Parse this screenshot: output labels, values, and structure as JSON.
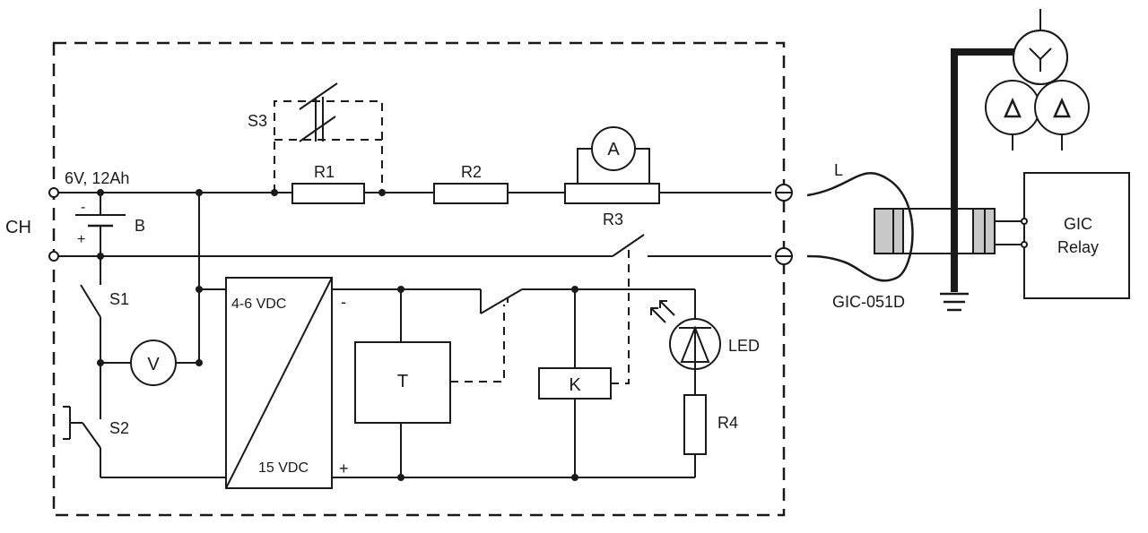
{
  "labels": {
    "ch": "CH",
    "battery_spec": "6V, 12Ah",
    "battery": "B",
    "battery_plus": "+",
    "battery_minus": "-",
    "s1": "S1",
    "s2": "S2",
    "s3": "S3",
    "voltmeter": "V",
    "ammeter": "A",
    "r1": "R1",
    "r2": "R2",
    "r3": "R3",
    "r4": "R4",
    "converter_in": "4-6 VDC",
    "converter_out": "15 VDC",
    "converter_minus": "-",
    "converter_plus": "+",
    "timer": "T",
    "relay_coil": "K",
    "led": "LED",
    "cable": "L",
    "sensor": "GIC-051D",
    "gic_relay_line1": "GIC",
    "gic_relay_line2": "Relay"
  },
  "colors": {
    "line": "#1a1a1a",
    "sensor_fill": "#c8c8c8",
    "background": "#ffffff"
  }
}
